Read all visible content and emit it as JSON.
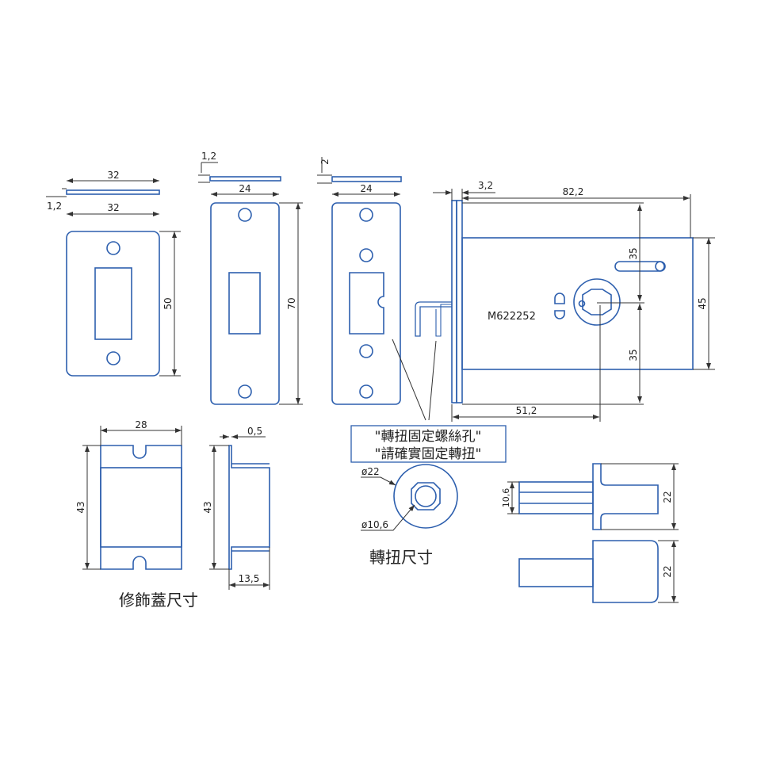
{
  "plate_small": {
    "width_top": "32",
    "thickness": "1,2",
    "width": "32",
    "height": "50"
  },
  "plate_mid": {
    "thickness": "1,2",
    "width": "24",
    "height": "70"
  },
  "plate_notched": {
    "thickness": "2",
    "width": "24"
  },
  "lock_body": {
    "faceplate_thickness": "3,2",
    "length": "82,2",
    "upper_offset": "35",
    "lower_offset": "35",
    "body_height": "45",
    "spindle_offset": "51,2",
    "model": "M622252"
  },
  "callout": {
    "line1": "\"轉扭固定螺絲孔\"",
    "line2": "\"請確實固定轉扭\""
  },
  "cover": {
    "width": "28",
    "height": "43",
    "title": "修飾蓋尺寸"
  },
  "cover_side": {
    "lip": "0,5",
    "height": "43",
    "depth": "13,5"
  },
  "knob": {
    "outer_dia": "ø22",
    "inner_dia": "ø10,6",
    "title": "轉扭尺寸"
  },
  "knob_side": {
    "shaft": "10,6",
    "height_a": "22",
    "height_b": "22"
  },
  "colors": {
    "outline": "#2d5fae",
    "dimension": "#333333"
  }
}
